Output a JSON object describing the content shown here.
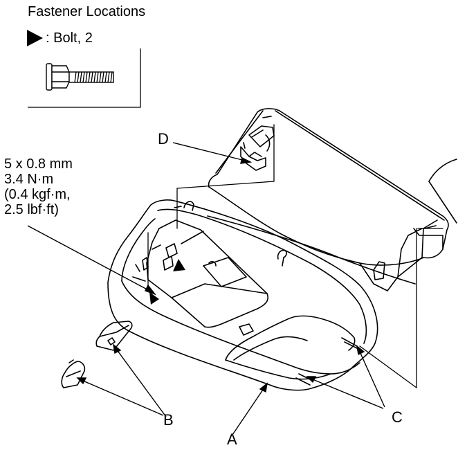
{
  "legend": {
    "title": "Fastener Locations",
    "symbol_icon": "filled-triangle-arrow-icon",
    "symbol_text": ": Bolt, 2"
  },
  "torque_spec": {
    "line1": "5 x 0.8 mm",
    "line2": "3.4 N·m",
    "line3": "(0.4 kgf·m,",
    "line4": "2.5 lbf·ft)"
  },
  "callouts": {
    "a": "A",
    "b": "B",
    "c": "C",
    "d": "D"
  },
  "colors": {
    "line": "#000000",
    "background": "#ffffff"
  }
}
